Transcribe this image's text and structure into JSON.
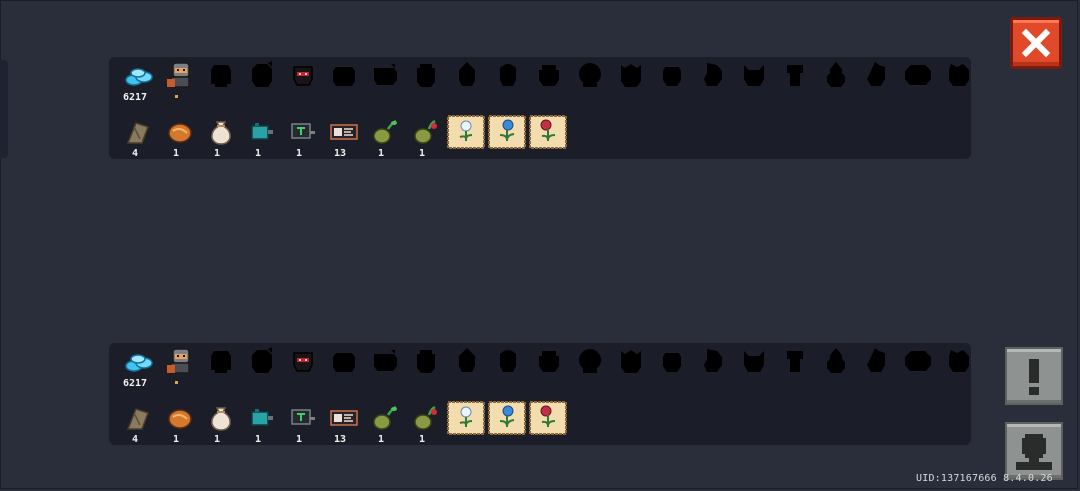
{
  "panels": [
    {
      "gems": "6217",
      "items": [
        {
          "icon": "feather-icon",
          "count": "4"
        },
        {
          "icon": "pastry-icon",
          "count": "1"
        },
        {
          "icon": "sack-icon",
          "count": "1"
        },
        {
          "icon": "teal-gadget-icon",
          "count": "1"
        },
        {
          "icon": "dark-t-device-icon",
          "count": "1"
        },
        {
          "icon": "ticket-icon",
          "count": "13"
        },
        {
          "icon": "seed-pouch-green-icon",
          "count": "1"
        },
        {
          "icon": "seed-pouch-red-icon",
          "count": "1"
        }
      ]
    },
    {
      "gems": "6217",
      "items": [
        {
          "icon": "feather-icon",
          "count": "4"
        },
        {
          "icon": "pastry-icon",
          "count": "1"
        },
        {
          "icon": "sack-icon",
          "count": "1"
        },
        {
          "icon": "teal-gadget-icon",
          "count": "1"
        },
        {
          "icon": "dark-t-device-icon",
          "count": "1"
        },
        {
          "icon": "ticket-icon",
          "count": "13"
        },
        {
          "icon": "seed-pouch-green-icon",
          "count": "1"
        },
        {
          "icon": "seed-pouch-red-icon",
          "count": "1"
        }
      ]
    }
  ],
  "footer": {
    "uid": "UID:137167666 8.4.0.26"
  },
  "colors": {
    "close": "#e04a2a",
    "panel": "#1b1e28",
    "background": "#2a2d3a",
    "gem": "#3ec4f0"
  }
}
